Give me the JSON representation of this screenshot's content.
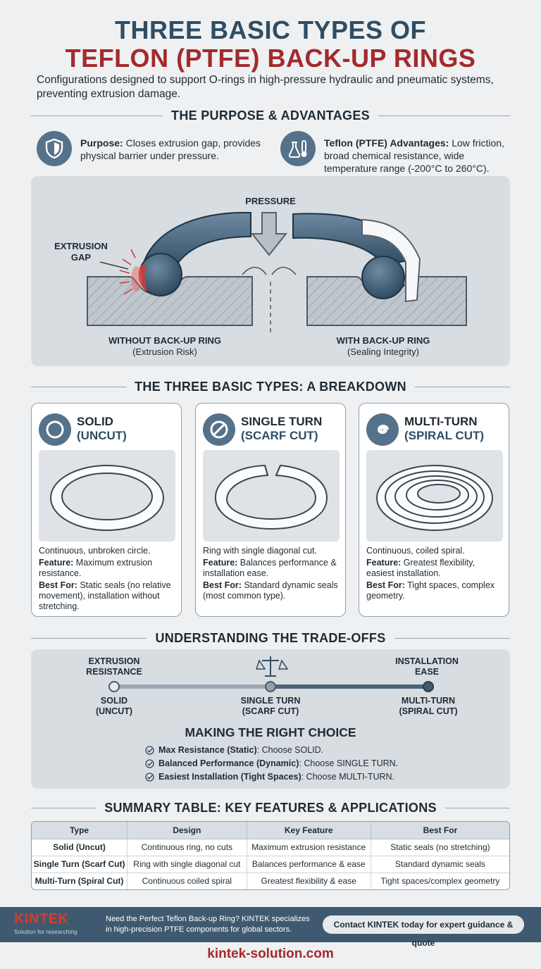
{
  "header": {
    "title_line1": "THREE BASIC TYPES OF",
    "title_line2": "TEFLON (PTFE) BACK-UP RINGS",
    "intro": "Configurations designed to support O-rings in high-pressure hydraulic and pneumatic systems, preventing extrusion damage."
  },
  "purpose_section": {
    "heading": "THE PURPOSE & ADVANTAGES",
    "purpose_label": "Purpose:",
    "purpose_text": " Closes extrusion gap, provides physical barrier under pressure.",
    "advantages_label": "Teflon (PTFE) Advantages:",
    "advantages_text": " Low friction, broad chemical resistance, wide temperature range (-200°C to 260°C).",
    "purpose_icon": "shield-icon",
    "advantages_icon": "thermometer-flask-icon"
  },
  "diagram": {
    "pressure_label": "PRESSURE",
    "gap_label_line1": "EXTRUSION",
    "gap_label_line2": "GAP",
    "left_label": "WITHOUT BACK-UP RING",
    "left_sub": "(Extrusion Risk)",
    "right_label": "WITH BACK-UP RING",
    "right_sub": "(Sealing Integrity)"
  },
  "types_section": {
    "heading": "THE THREE BASIC TYPES: A BREAKDOWN",
    "feature_label": "Feature:",
    "best_label": "Best For:",
    "cards": [
      {
        "title": "SOLID",
        "subtitle": "(UNCUT)",
        "icon": "solid-ring-icon",
        "description": "Continuous, unbroken circle.",
        "feature": " Maximum extrusion resistance.",
        "best_for": " Static seals (no relative movement), installation without stretching."
      },
      {
        "title": "SINGLE TURN",
        "subtitle": "(SCARF CUT)",
        "icon": "scarf-cut-ring-icon",
        "description": "Ring with single diagonal cut.",
        "feature": " Balances performance & installation ease.",
        "best_for": " Standard dynamic seals (most common type)."
      },
      {
        "title": "MULTI-TURN",
        "subtitle": "(SPIRAL CUT)",
        "icon": "spiral-icon",
        "description": "Continuous, coiled spiral.",
        "feature": " Greatest flexibility, easiest installation.",
        "best_for": " Tight spaces, complex geometry."
      }
    ]
  },
  "tradeoffs_section": {
    "heading": "UNDERSTANDING THE TRADE-OFFS",
    "left_top_line1": "EXTRUSION",
    "left_top_line2": "RESISTANCE",
    "right_top_line1": "INSTALLATION",
    "right_top_line2": "EASE",
    "scale_icon": "balance-scale-icon",
    "points": [
      {
        "line1": "SOLID",
        "line2": "(UNCUT)"
      },
      {
        "line1": "SINGLE TURN",
        "line2": "(SCARF CUT)"
      },
      {
        "line1": "MULTI-TURN",
        "line2": "(SPIRAL CUT)"
      }
    ],
    "choice_title": "MAKING THE RIGHT CHOICE",
    "choices": [
      {
        "label": "Max Resistance (Static)",
        "text": ": Choose SOLID."
      },
      {
        "label": "Balanced Performance (Dynamic)",
        "text": ": Choose SINGLE TURN."
      },
      {
        "label": "Easiest Installation (Tight Spaces)",
        "text": ": Choose MULTI-TURN."
      }
    ]
  },
  "summary_section": {
    "heading": "SUMMARY TABLE: KEY FEATURES & APPLICATIONS",
    "columns": [
      "Type",
      "Design",
      "Key Feature",
      "Best For"
    ],
    "rows": [
      [
        "Solid (Uncut)",
        "Continuous ring, no cuts",
        "Maximum extrusion resistance",
        "Static seals (no stretching)"
      ],
      [
        "Single Turn (Scarf Cut)",
        "Ring with single diagonal cut",
        "Balances performance & ease",
        "Standard dynamic seals"
      ],
      [
        "Multi-Turn (Spiral Cut)",
        "Continuous coiled spiral",
        "Greatest flexibility & ease",
        "Tight spaces/complex geometry"
      ]
    ]
  },
  "footer": {
    "brand_name": "KINTEK",
    "brand_tagline": "Solution for researching",
    "promo_text": "Need the Perfect Teflon Back-up Ring? KINTEK specializes in high-precision PTFE components for global sectors.",
    "cta_label": "Contact KINTEK today for expert guidance & quote",
    "website": "kintek-solution.com",
    "colors": {
      "brand_red": "#d93a2b",
      "footer_bg": "#3f5a70",
      "accent_blue": "#2f4d63",
      "title_red": "#a32a2c"
    }
  }
}
